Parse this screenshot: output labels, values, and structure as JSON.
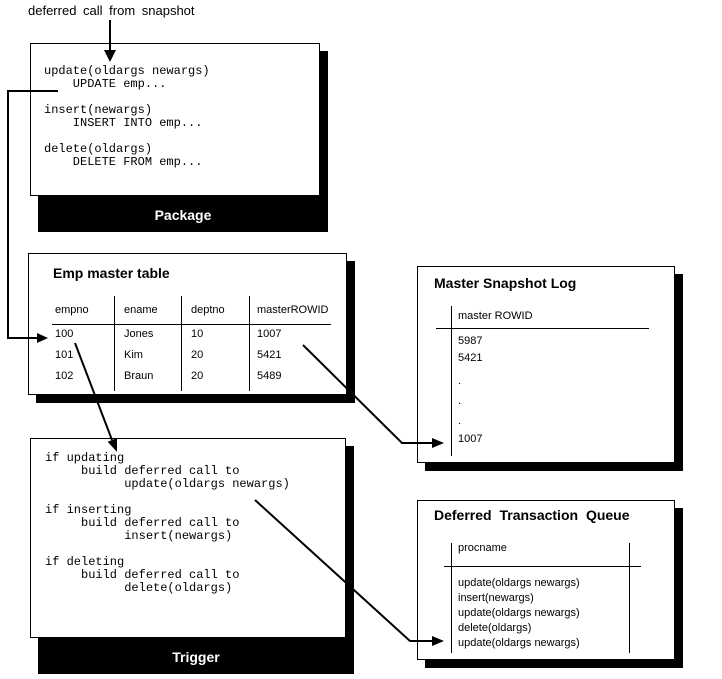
{
  "top_label": "deferred call from snapshot",
  "package": {
    "label": "Package",
    "code": "update(oldargs newargs)\n    UPDATE emp...\n\ninsert(newargs)\n    INSERT INTO emp...\n\ndelete(oldargs)\n    DELETE FROM emp..."
  },
  "emp_table": {
    "title": "Emp master table",
    "columns": [
      "empno",
      "ename",
      "deptno",
      "masterROWID"
    ],
    "rows": [
      [
        "100",
        "Jones",
        "10",
        "1007"
      ],
      [
        "101",
        "Kim",
        "20",
        "5421"
      ],
      [
        "102",
        "Braun",
        "20",
        "5489"
      ]
    ]
  },
  "snapshot_log": {
    "title": "Master Snapshot Log",
    "column": "master ROWID",
    "values": [
      "5987",
      "5421",
      ".",
      ".",
      ".",
      "1007"
    ]
  },
  "trigger": {
    "label": "Trigger",
    "code": "if updating\n     build deferred call to\n           update(oldargs newargs)\n\nif inserting\n     build deferred call to\n           insert(newargs)\n\nif deleting\n     build deferred call to\n           delete(oldargs)"
  },
  "queue": {
    "title": "Deferred Transaction Queue",
    "column": "procname",
    "values": [
      "update(oldargs newargs)",
      "insert(newargs)",
      "update(oldargs newargs)",
      "delete(oldargs)",
      "update(oldargs newargs)"
    ]
  },
  "colors": {
    "ink": "#000000",
    "paper": "#ffffff"
  }
}
